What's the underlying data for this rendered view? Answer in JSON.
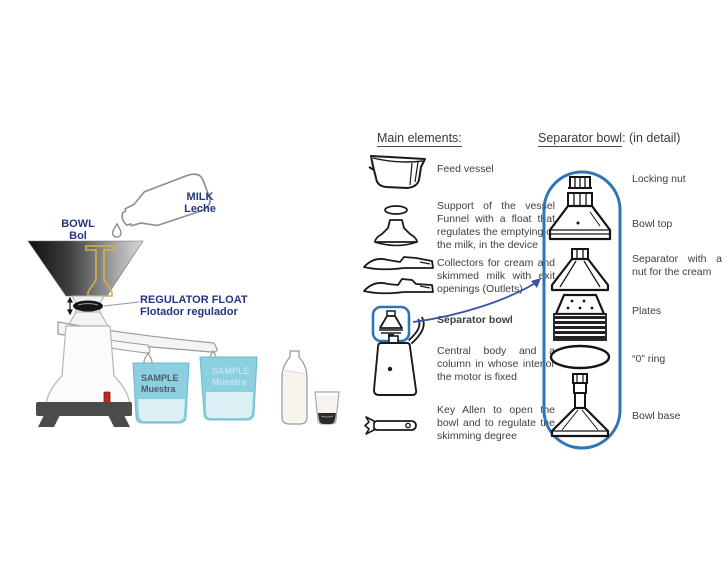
{
  "colors": {
    "navy": "#253581",
    "accent_blue": "#2e75b6",
    "arrow_blue": "#3954a5",
    "beaker_blue": "#8cd0e0",
    "beaker_strip": "#dceff5",
    "beaker_text_dark": "#4f5b66",
    "beaker_text_light": "#bfe5ef",
    "base_gray": "#4b4b4b",
    "switch_red": "#c3251c",
    "float_gold": "#d2b14c"
  },
  "left_diagram": {
    "milk_label": [
      "MILK",
      "Leche"
    ],
    "bowl_label": [
      "BOWL",
      "Bol"
    ],
    "regulator_label": [
      "REGULATOR FLOAT",
      "Flotador regulador"
    ],
    "sample1_label": [
      "SAMPLE",
      "Muestra"
    ],
    "sample2_label": [
      "SAMPLE",
      "Muestra"
    ]
  },
  "main_elements": {
    "heading": "Main elements:",
    "items": [
      {
        "icon": "feed-vessel-icon",
        "text": "Feed vessel"
      },
      {
        "icon": "support-funnel-icon",
        "text": "Support of the vessel Funnel with a float that regulates the emptying of the milk, in the device"
      },
      {
        "icon": "collectors-icon",
        "text": "Collectors for cream and skimmed milk with exit openings (Outlets)"
      },
      {
        "icon": "separator-bowl-icon",
        "text": "Separator bowl"
      },
      {
        "icon": "central-body-icon",
        "text": "Central body and a column in whose interior the motor is fixed"
      },
      {
        "icon": "allen-key-icon",
        "text": "Key Allen to open the bowl and to regulate the skimming degree"
      }
    ]
  },
  "separator_detail": {
    "heading_underlined": "Separator bowl",
    "heading_rest": ": (in detail)",
    "parts": [
      {
        "icon": "locking-nut-icon",
        "label": "Locking nut"
      },
      {
        "icon": "bowl-top-icon",
        "label": "Bowl top"
      },
      {
        "icon": "cream-separator-icon",
        "label": "Separator with a nut for the cream"
      },
      {
        "icon": "plates-icon",
        "label": "Plates"
      },
      {
        "icon": "o-ring-icon",
        "label": "“0” ring"
      },
      {
        "icon": "bowl-base-icon",
        "label": "Bowl base"
      }
    ]
  }
}
